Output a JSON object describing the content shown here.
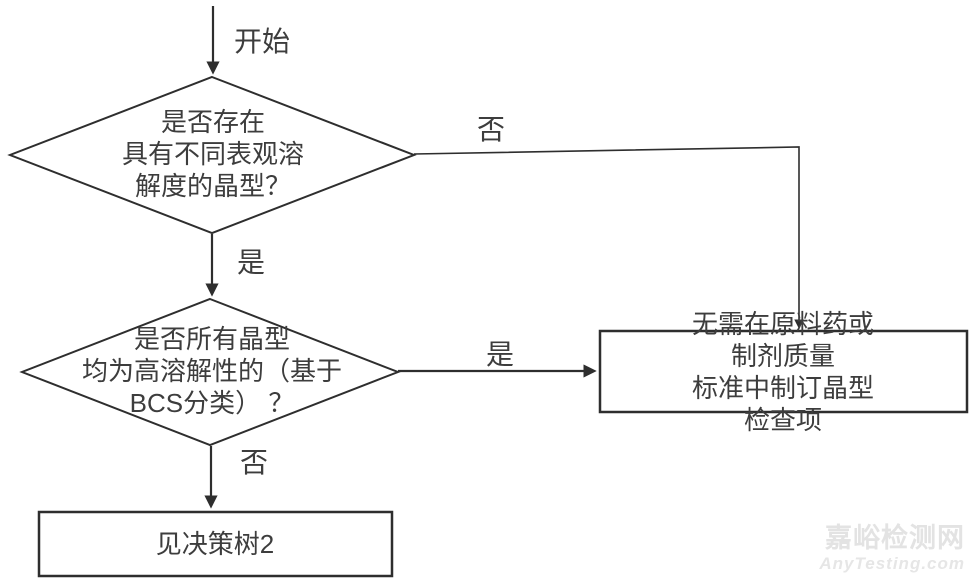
{
  "colors": {
    "background": "#ffffff",
    "line": "#2e2e2e",
    "text": "#3d3d3d",
    "watermark": "#e3e3e3"
  },
  "flow": {
    "start_label": "开始",
    "decision1": {
      "text": "是否存在\n具有不同表观溶\n解度的晶型？",
      "no_label": "否",
      "yes_label": "是"
    },
    "decision2": {
      "text": "是否所有晶型\n均为高溶解性的（基于\nBCS分类） ？",
      "yes_label": "是",
      "no_label": "否"
    },
    "result_box": {
      "text": "无需在原料药或制剂质量\n标准中制订晶型检查项"
    },
    "next_box": {
      "text": "见决策树2"
    }
  },
  "watermark": {
    "site_name": "嘉峪检测网",
    "site_url": "AnyTesting.com"
  }
}
